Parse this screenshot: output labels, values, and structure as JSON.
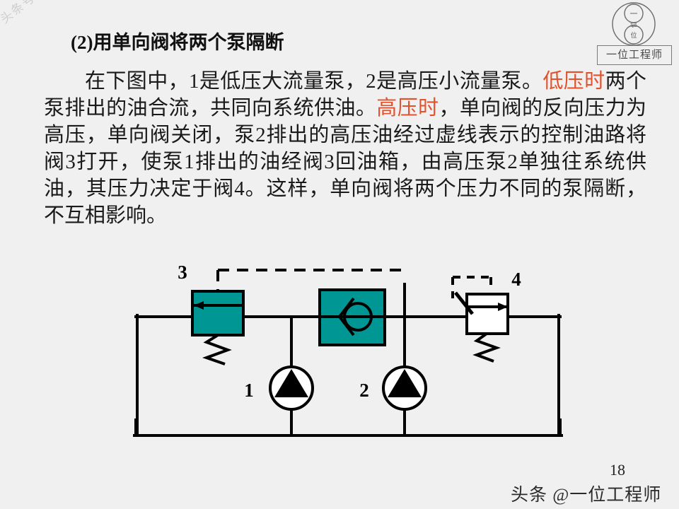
{
  "page": {
    "background_color": "#f0f0f0",
    "page_number": "18",
    "accent_teal": "#009693",
    "accent_orange": "#e2522c",
    "line_color": "#000000"
  },
  "watermarks": {
    "diagonal": "头条号：一位工程师",
    "footer": "头条 @一位工程师"
  },
  "logo": {
    "caption": "一位工程师",
    "inner_top": "一",
    "inner_bottom": "位",
    "middle": "位"
  },
  "title": {
    "text": "(2)用单向阀将两个泵隔断"
  },
  "body": {
    "segments": [
      {
        "text": "在下图中，1是低压大流量泵，2是高压小流量泵。",
        "highlight": false
      },
      {
        "text": "低压时",
        "highlight": true
      },
      {
        "text": "两个泵排出的油合流，共同向系统供油。",
        "highlight": false
      },
      {
        "text": "高压时",
        "highlight": true
      },
      {
        "text": "，单向阀的反向压力为高压，单向阀关闭，泵2排出的高压油经过虚线表示的控制油路将阀3打开，使泵1排出的油经阀3回油箱，由高压泵2单独往系统供油，其压力决定于阀4。这样，单向阀将两个压力不同的泵隔断，不互相影响。",
        "highlight": false
      }
    ],
    "full_text": "在下图中，1是低压大流量泵，2是高压小流量泵。低压时两个泵排出的油合流，共同向系统供油。高压时，单向阀的反向压力为高压，单向阀关闭，泵2排出的高压油经过虚线表示的控制油路将阀3打开，使泵1排出的油经阀3回油箱，由高压泵2单独往系统供油，其压力决定于阀4。这样，单向阀将两个压力不同的泵隔断，不互相影响。"
  },
  "diagram": {
    "labels": {
      "valve3": "3",
      "pump1": "1",
      "pump2": "2",
      "valve4": "4"
    },
    "components": [
      {
        "id": "valve3",
        "name": "unloading-relief-valve",
        "label": "3",
        "fill": "#009693"
      },
      {
        "id": "pump1",
        "name": "low-pressure-high-flow-pump",
        "label": "1",
        "fill": "#ffffff"
      },
      {
        "id": "check-valve",
        "name": "check-valve",
        "label": "",
        "fill": "#009693"
      },
      {
        "id": "pump2",
        "name": "high-pressure-low-flow-pump",
        "label": "2",
        "fill": "#ffffff"
      },
      {
        "id": "valve4",
        "name": "relief-valve",
        "label": "4",
        "fill": "#ffffff"
      }
    ]
  }
}
